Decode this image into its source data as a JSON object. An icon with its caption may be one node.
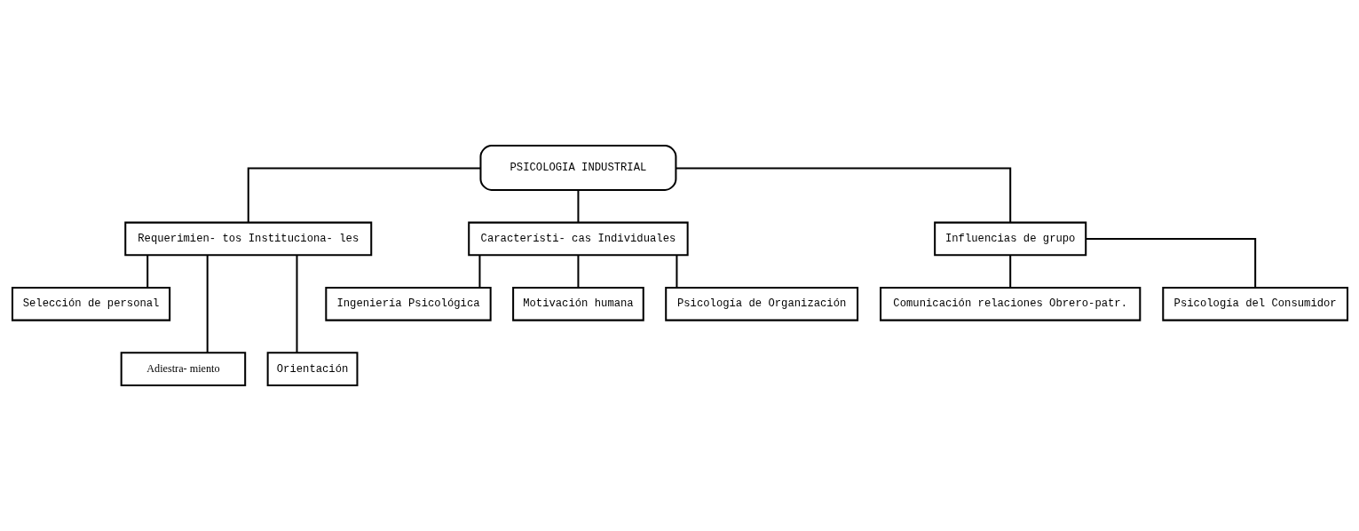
{
  "diagram": {
    "nodes": [
      {
        "text": [
          "PSICOLOGIA INDUSTRIAL"
        ]
      },
      {
        "text": [
          "Requerimien- tos Instituciona- les"
        ]
      },
      {
        "text": [
          "Característi- cas Individuales"
        ]
      },
      {
        "text": [
          "Influencias de grupo"
        ]
      },
      {
        "text": [
          "Selección de personal"
        ]
      },
      {
        "text": [
          "Ingeniería Psicológica"
        ]
      },
      {
        "text": [
          "Motivación humana"
        ]
      },
      {
        "text": [
          "Psicología de Organización"
        ]
      },
      {
        "text": [
          "Comunicación relaciones Obrero-patr."
        ]
      },
      {
        "text": [
          "Psicología del Consumidor"
        ]
      },
      {
        "text": [
          "Adiestra- miento"
        ]
      },
      {
        "text": [
          "Orientación"
        ]
      }
    ],
    "edges": [
      {
        "from": 0,
        "to": 1,
        "arrow": "none"
      },
      {
        "from": 0,
        "to": 2,
        "arrow": "none"
      },
      {
        "from": 0,
        "to": 3,
        "arrow": "none"
      },
      {
        "from": 1,
        "to": 10,
        "arrow": "none"
      },
      {
        "from": 1,
        "to": 4,
        "arrow": "none"
      },
      {
        "from": 1,
        "to": 11,
        "arrow": "none"
      },
      {
        "from": 2,
        "to": 5,
        "arrow": "none"
      },
      {
        "from": 2,
        "to": 6,
        "arrow": "none"
      },
      {
        "from": 2,
        "to": 7,
        "arrow": "none"
      },
      {
        "from": 3,
        "to": 8,
        "arrow": "none"
      },
      {
        "from": 3,
        "to": 9,
        "arrow": "none"
      }
    ]
  }
}
